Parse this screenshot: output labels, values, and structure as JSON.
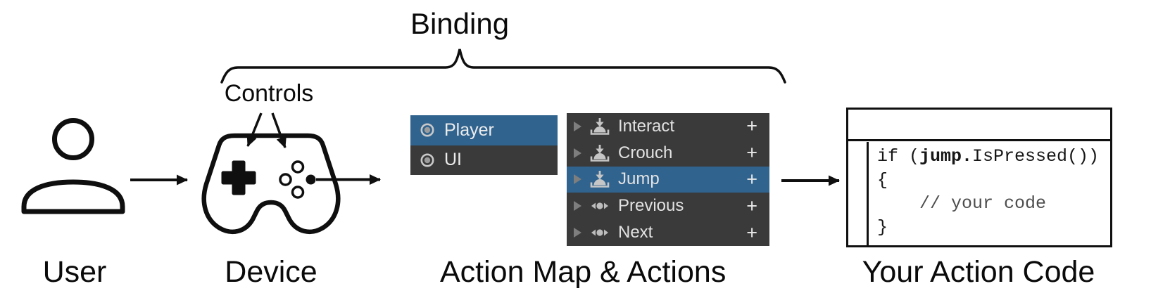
{
  "labels": {
    "binding": "Binding",
    "controls": "Controls",
    "user": "User",
    "device": "Device",
    "action_map": "Action Map & Actions",
    "action_code": "Your Action Code"
  },
  "action_maps": {
    "items": [
      {
        "label": "Player",
        "icon": "action-map-icon",
        "selected": true
      },
      {
        "label": "UI",
        "icon": "action-map-icon",
        "selected": false
      }
    ]
  },
  "actions": {
    "items": [
      {
        "label": "Interact",
        "icon": "button-action-icon",
        "add_label": "+",
        "selected": false
      },
      {
        "label": "Crouch",
        "icon": "button-action-icon",
        "add_label": "+",
        "selected": false
      },
      {
        "label": "Jump",
        "icon": "button-action-icon",
        "add_label": "+",
        "selected": true
      },
      {
        "label": "Previous",
        "icon": "value-action-icon",
        "add_label": "+",
        "selected": false
      },
      {
        "label": "Next",
        "icon": "value-action-icon",
        "add_label": "+",
        "selected": false
      }
    ]
  },
  "code": {
    "line1_prefix": "if (",
    "line1_bold": "jump.",
    "line1_suffix": "IsPressed())",
    "line2": "{",
    "line3": "// your code",
    "line4": "}"
  },
  "colors": {
    "selection_blue": "#30638E",
    "panel_dark": "#3A3A3A",
    "panel_text": "#E2E2E2",
    "icon_gray": "#C6C6C6",
    "comment_gray": "#4D4D4D",
    "line_black": "#0F0F0F"
  }
}
